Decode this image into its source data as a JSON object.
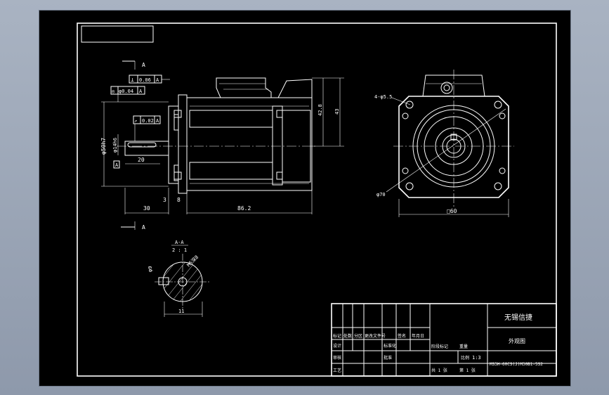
{
  "section_labels": {
    "top_a": "A",
    "bottom_a": "A",
    "section_title": "A-A",
    "section_scale": "2 : 1"
  },
  "tolerances": {
    "perp": {
      "symbol": "⊥",
      "value": "0.06",
      "datum": "A"
    },
    "conc": {
      "symbol": "◎",
      "value": "φ0.04",
      "datum": "A"
    },
    "runout": {
      "symbol": "↗",
      "value": "0.02",
      "datum": "A"
    }
  },
  "datum_marker": "A",
  "dimensions": {
    "shaft_len_20": "20",
    "len_30": "30",
    "len_3": "3",
    "len_8": "8",
    "body_len": "86.2",
    "d_pilot": "φ50h7",
    "d_shaft": "φ14h6",
    "h_42": "42.8",
    "h_43": "43",
    "holes": "4-φ5.5",
    "pcd": "φ70",
    "square": "□60",
    "key_width": "M5深8",
    "key_depth": "φ9",
    "section_w": "11"
  },
  "title_block": {
    "company": "无锡信捷",
    "drawing_name": "外观图",
    "model": "MS3H-60CS(J)M30B1-5S2",
    "scale": "1:3",
    "sheet": "共 1 张",
    "sheet_no": "第 1 张",
    "rows": [
      "标记",
      "处数",
      "分区",
      "更改文件号",
      "签名",
      "年月日"
    ],
    "roles": [
      "设计",
      "审核",
      "工艺",
      "批准"
    ],
    "std_label": "标准化",
    "stage_label": "阶段标记",
    "weight_label": "重量",
    "ratio_label": "比例"
  }
}
